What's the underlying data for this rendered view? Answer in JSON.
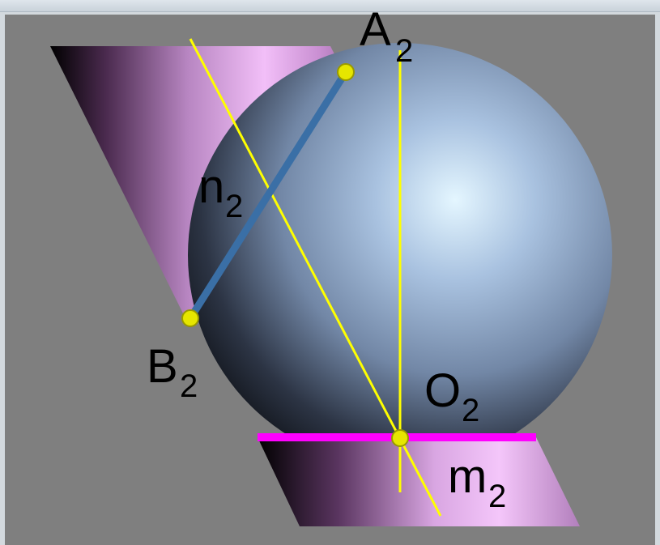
{
  "labels": {
    "a": {
      "main": "A",
      "sub": "2"
    },
    "b": {
      "main": "B",
      "sub": "2"
    },
    "o": {
      "main": "O",
      "sub": "2"
    },
    "n": {
      "main": "n",
      "sub": "2"
    },
    "m": {
      "main": "m",
      "sub": "2"
    }
  },
  "colors": {
    "background": "#7f7f7f",
    "axis_lines": "#ffff00",
    "segment_n": "#3a6fa6",
    "segment_m": "#ff00ff",
    "points": "#e6e600",
    "cylinder": "#e8b4f0",
    "sphere": "#b8cce4"
  }
}
